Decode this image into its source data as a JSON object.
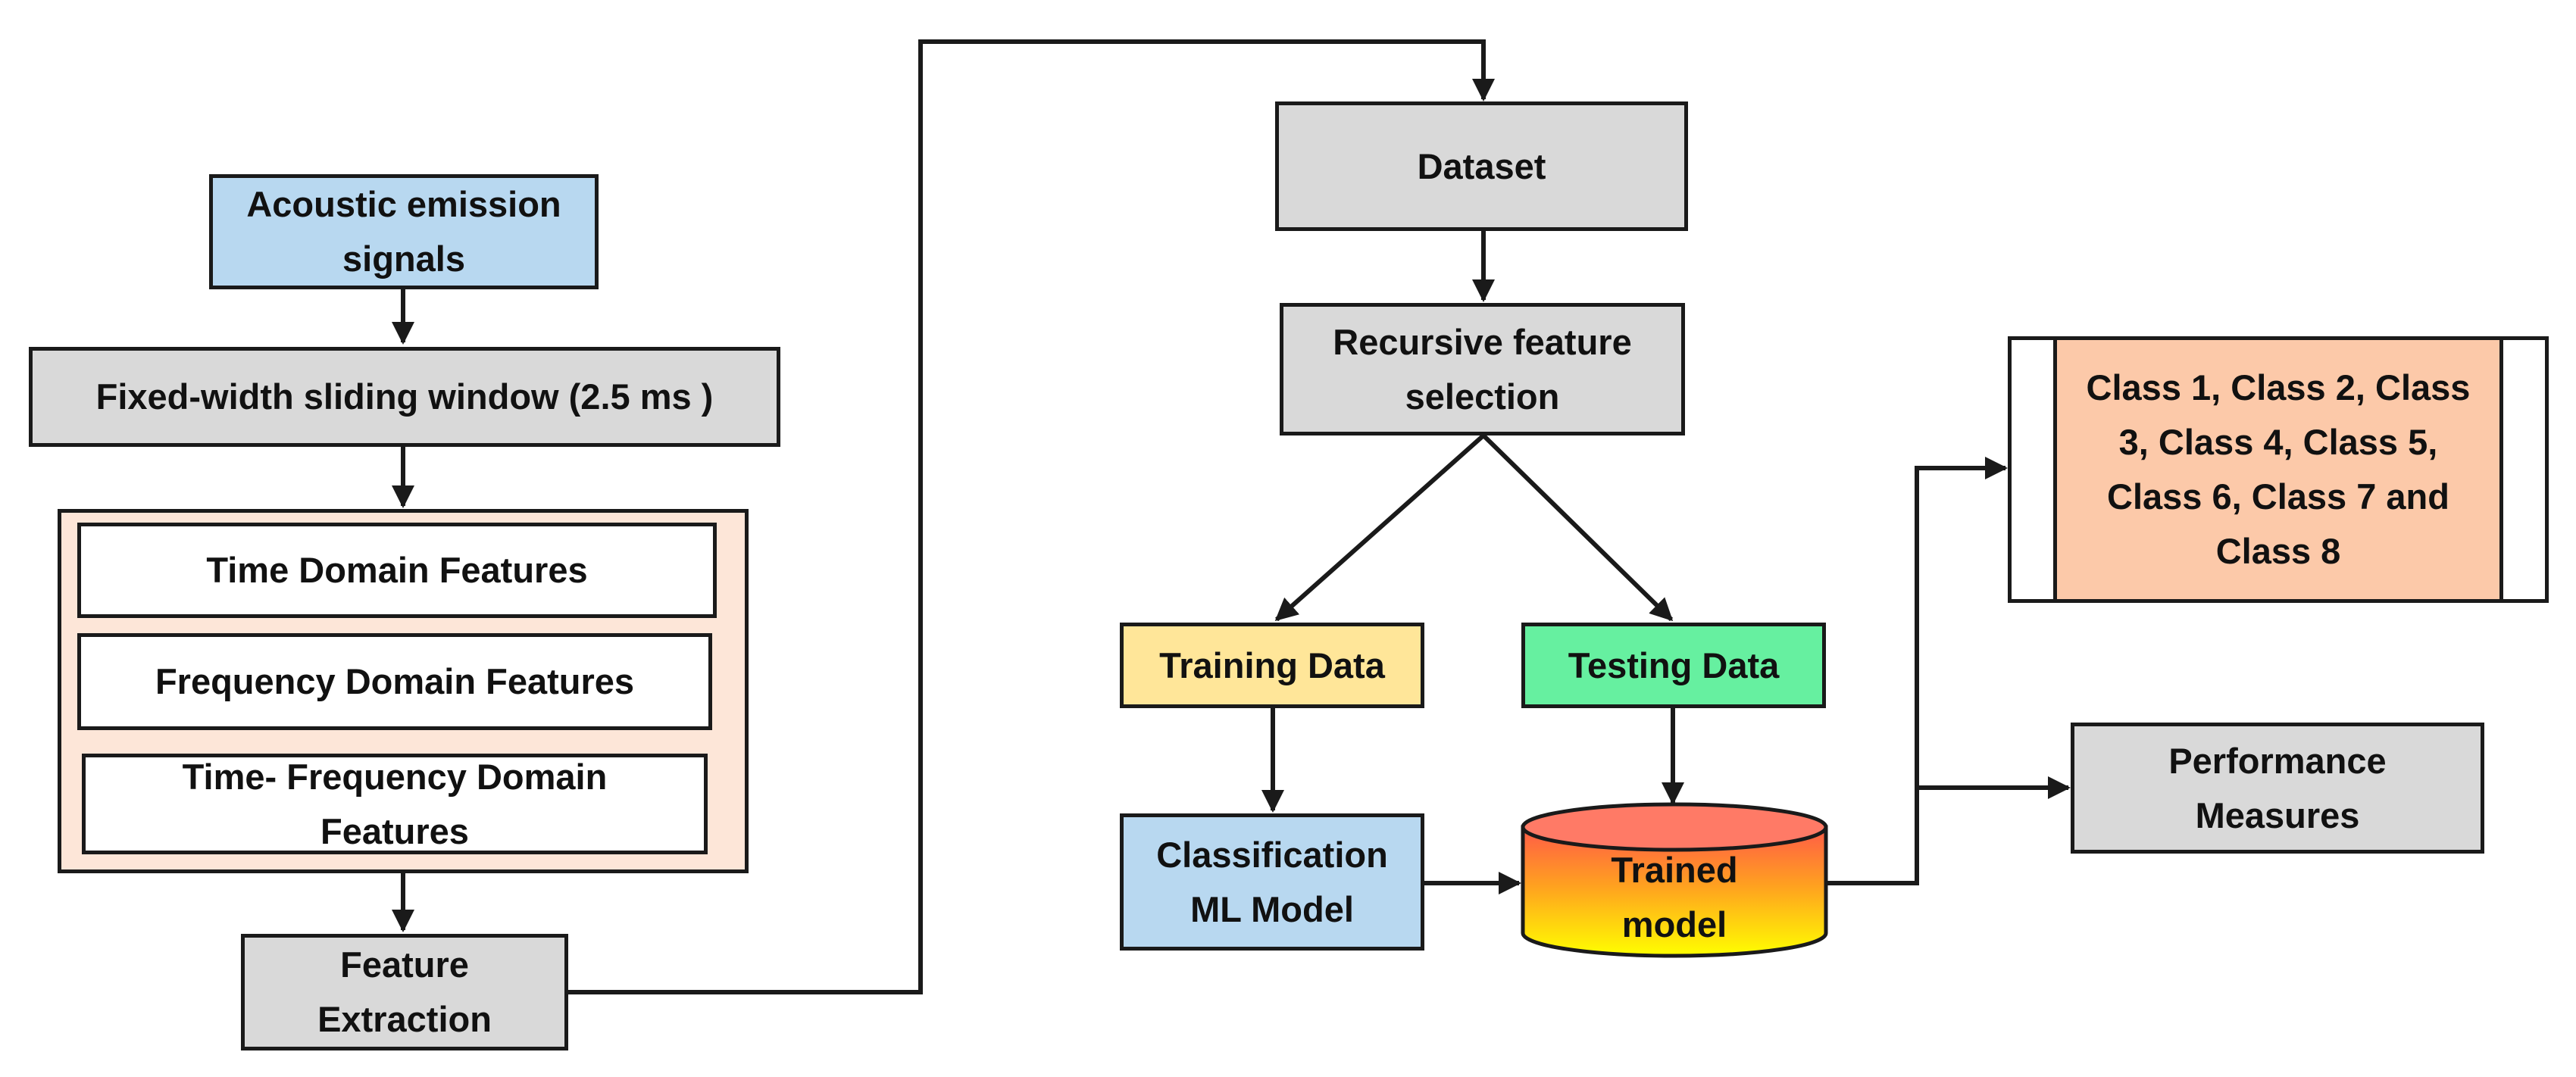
{
  "nodes": {
    "acoustic": "Acoustic emission\nsignals",
    "sliding_window": "Fixed-width sliding window (2.5 ms )",
    "time_domain": "Time Domain Features",
    "frequency_domain": "Frequency Domain Features",
    "time_frequency": "Time- Frequency Domain\nFeatures",
    "feature_extraction": "Feature\nExtraction",
    "dataset": "Dataset",
    "rfe": "Recursive feature\nselection",
    "training": "Training Data",
    "testing": "Testing Data",
    "classification": "Classification\nML Model",
    "trained": "Trained\nmodel",
    "classes": "Class 1, Class 2, Class 3, Class 4, Class 5, Class 6, Class 7 and Class 8",
    "performance": "Performance\nMeasures"
  },
  "colors": {
    "blue": "#b8d8f0",
    "gray": "#d9d9d9",
    "yellow": "#ffe699",
    "green": "#66f0a0",
    "peach": "#fcc9a9",
    "feature_group_bg": "#fde6d8",
    "cylinder_top": "#ff6a50",
    "cylinder_bottom": "#ffff00"
  }
}
